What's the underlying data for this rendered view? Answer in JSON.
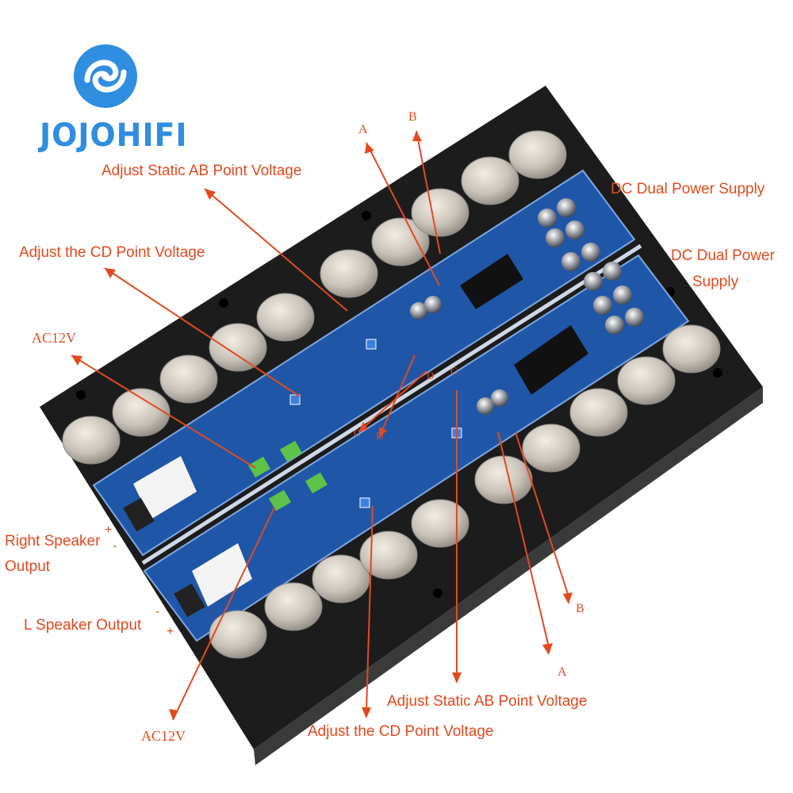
{
  "brand": {
    "name": "JOJOHIFI",
    "logo_icon": "swirl-logo-icon"
  },
  "colors": {
    "annotation": "#e24a1e",
    "pcb": "#1f56a8",
    "heatsink": "#1c1c1c",
    "transistor": "#c9c2b8",
    "brand": "#2f8ee0"
  },
  "labels": {
    "static_ab_top": "Adjust Static AB Point Voltage",
    "cd_top": "Adjust the CD Point Voltage",
    "ac12v_top": "AC12V",
    "dc_supply_1": "DC Dual Power Supply",
    "dc_supply_2_line1": "DC Dual Power",
    "dc_supply_2_line2": "Supply",
    "right_speaker_line1": "Right Speaker",
    "right_speaker_line2": "Output",
    "l_speaker": "L Speaker Output",
    "ac12v_bottom": "AC12V",
    "static_ab_bottom": "Adjust Static AB Point Voltage",
    "cd_bottom": "Adjust the CD Point Voltage"
  },
  "points": {
    "a_top": "A",
    "b_top": "B",
    "a_bottom": "A",
    "b_bottom": "B",
    "c1": "C",
    "d1": "D",
    "d2": "D",
    "c2": "C"
  },
  "polarity": {
    "plus_1": "+",
    "minus_1": "-",
    "minus_2": "-",
    "plus_2": "+"
  }
}
